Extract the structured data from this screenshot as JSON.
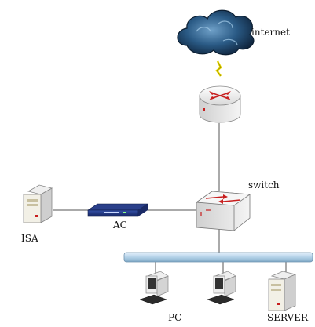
{
  "diagram": {
    "nodes": {
      "internet": {
        "label": "internet",
        "icon": "cloud-icon"
      },
      "router": {
        "label": "",
        "icon": "router-icon"
      },
      "switch": {
        "label": "switch",
        "icon": "switch-icon"
      },
      "ac": {
        "label": "AC",
        "icon": "rack-appliance-icon"
      },
      "isa": {
        "label": "ISA",
        "icon": "server-tower-icon"
      },
      "pc1": {
        "label": "PC",
        "icon": "desktop-computer-icon"
      },
      "pc2": {
        "label": "",
        "icon": "desktop-computer-icon"
      },
      "server": {
        "label": "SERVER",
        "icon": "server-tower-icon"
      }
    },
    "links": [
      {
        "from": "internet",
        "to": "router",
        "style": "lightning"
      },
      {
        "from": "router",
        "to": "switch",
        "style": "line"
      },
      {
        "from": "isa",
        "to": "ac",
        "style": "line"
      },
      {
        "from": "ac",
        "to": "switch",
        "style": "line"
      },
      {
        "from": "switch",
        "to": "lan-bus",
        "style": "line"
      },
      {
        "from": "lan-bus",
        "to": "pc1",
        "style": "line"
      },
      {
        "from": "lan-bus",
        "to": "pc2",
        "style": "line"
      },
      {
        "from": "lan-bus",
        "to": "server",
        "style": "line"
      }
    ],
    "colors": {
      "cloud": "#1a3a5a",
      "cloud_highlight": "#6fa0c8",
      "device_red": "#c81e1e",
      "device_body": "#e6e6e6",
      "bus": "#b4d2e8",
      "ac_blue": "#1c2f7a",
      "lightning": "#e8d800"
    }
  }
}
